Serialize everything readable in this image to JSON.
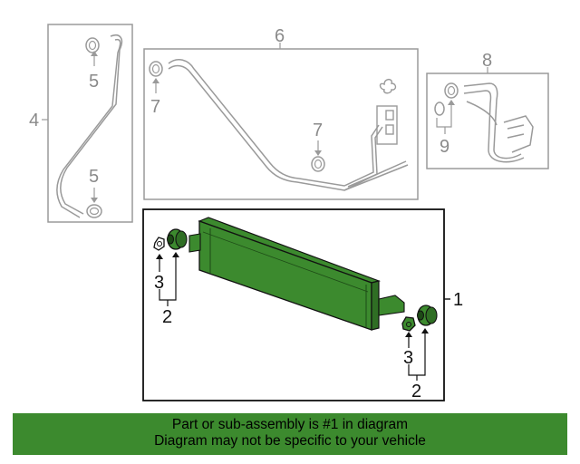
{
  "callouts": {
    "c1": "1",
    "c2_left": "2",
    "c2_right": "2",
    "c3_left": "3",
    "c3_right": "3",
    "c4": "4",
    "c5_top": "5",
    "c5_bottom": "5",
    "c6": "6",
    "c7_left": "7",
    "c7_mid": "7",
    "c8": "8",
    "c9": "9"
  },
  "banner": {
    "line1": "Part or sub-assembly is #1 in diagram",
    "line2": "Diagram may not be specific to your vehicle"
  },
  "colors": {
    "highlight_part": "#3c8a2e",
    "banner_bg": "#3c8a2e",
    "secondary_lines": "#9a9a9a",
    "primary_lines": "#111111"
  }
}
